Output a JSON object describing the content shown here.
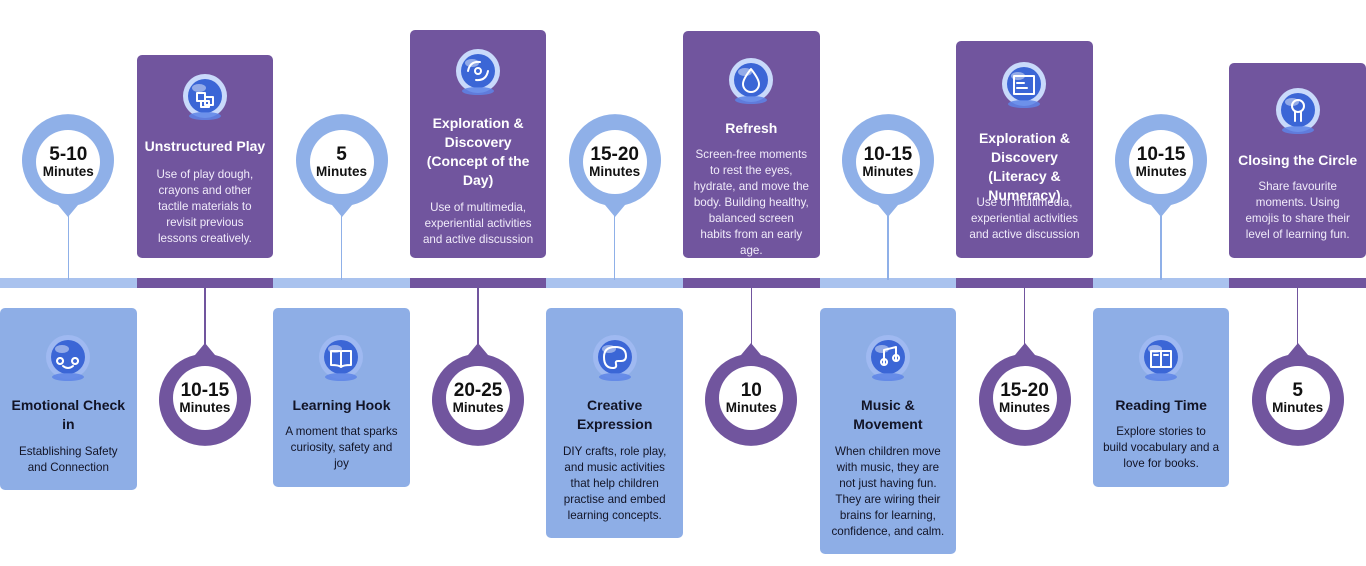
{
  "colors": {
    "purple": "#71559e",
    "blue": "#8eaee6",
    "pin_blue": "#8fb0e8",
    "pin_purple": "#71559e",
    "band_light": "#a9c2ee"
  },
  "timeline": [
    {
      "duration_value": "5-10",
      "duration_unit": "Minutes",
      "title": "Emotional Check in",
      "description": "Establishing Safety and Connection",
      "icon": "emotions-icon"
    },
    {
      "duration_value": "10-15",
      "duration_unit": "Minutes",
      "title": "Unstructured Play",
      "description": "Use of play dough, crayons and other tactile materials to revisit previous lessons creatively.",
      "icon": "play-blocks-icon"
    },
    {
      "duration_value": "5",
      "duration_unit": "Minutes",
      "title": "Learning Hook",
      "description": "A moment that sparks curiosity, safety and joy",
      "icon": "open-book-icon"
    },
    {
      "duration_value": "20-25",
      "duration_unit": "Minutes",
      "title": "Exploration & Discovery (Concept of the Day)",
      "description": "Use of multimedia, experiential activities and active discussion",
      "icon": "galaxy-icon"
    },
    {
      "duration_value": "15-20",
      "duration_unit": "Minutes",
      "title": "Creative Expression",
      "description": "DIY crafts, role play, and music activities that help children practise and embed learning concepts.",
      "icon": "palette-icon"
    },
    {
      "duration_value": "10",
      "duration_unit": "Minutes",
      "title": "Refresh",
      "description": "Screen-free moments to rest the eyes, hydrate, and move the body. Building healthy, balanced screen habits from an early age.",
      "icon": "water-drop-icon"
    },
    {
      "duration_value": "10-15",
      "duration_unit": "Minutes",
      "title": "Music & Movement",
      "description": "When children move with music, they are not just having fun. They are wiring their brains for learning, confidence, and calm.",
      "icon": "music-icon"
    },
    {
      "duration_value": "15-20",
      "duration_unit": "Minutes",
      "title": "Exploration & Discovery (Literacy & Numeracy)",
      "description": "Use of multimedia, experiential activities and active discussion",
      "icon": "abc-123-icon"
    },
    {
      "duration_value": "10-15",
      "duration_unit": "Minutes",
      "title": "Reading Time",
      "description": "Explore stories to build vocabulary and a love for books.",
      "icon": "book-icon"
    },
    {
      "duration_value": "5",
      "duration_unit": "Minutes",
      "title": "Closing the Circle",
      "description": "Share favourite moments. Using emojis to share their level of learning fun.",
      "icon": "keys-circle-icon"
    }
  ]
}
